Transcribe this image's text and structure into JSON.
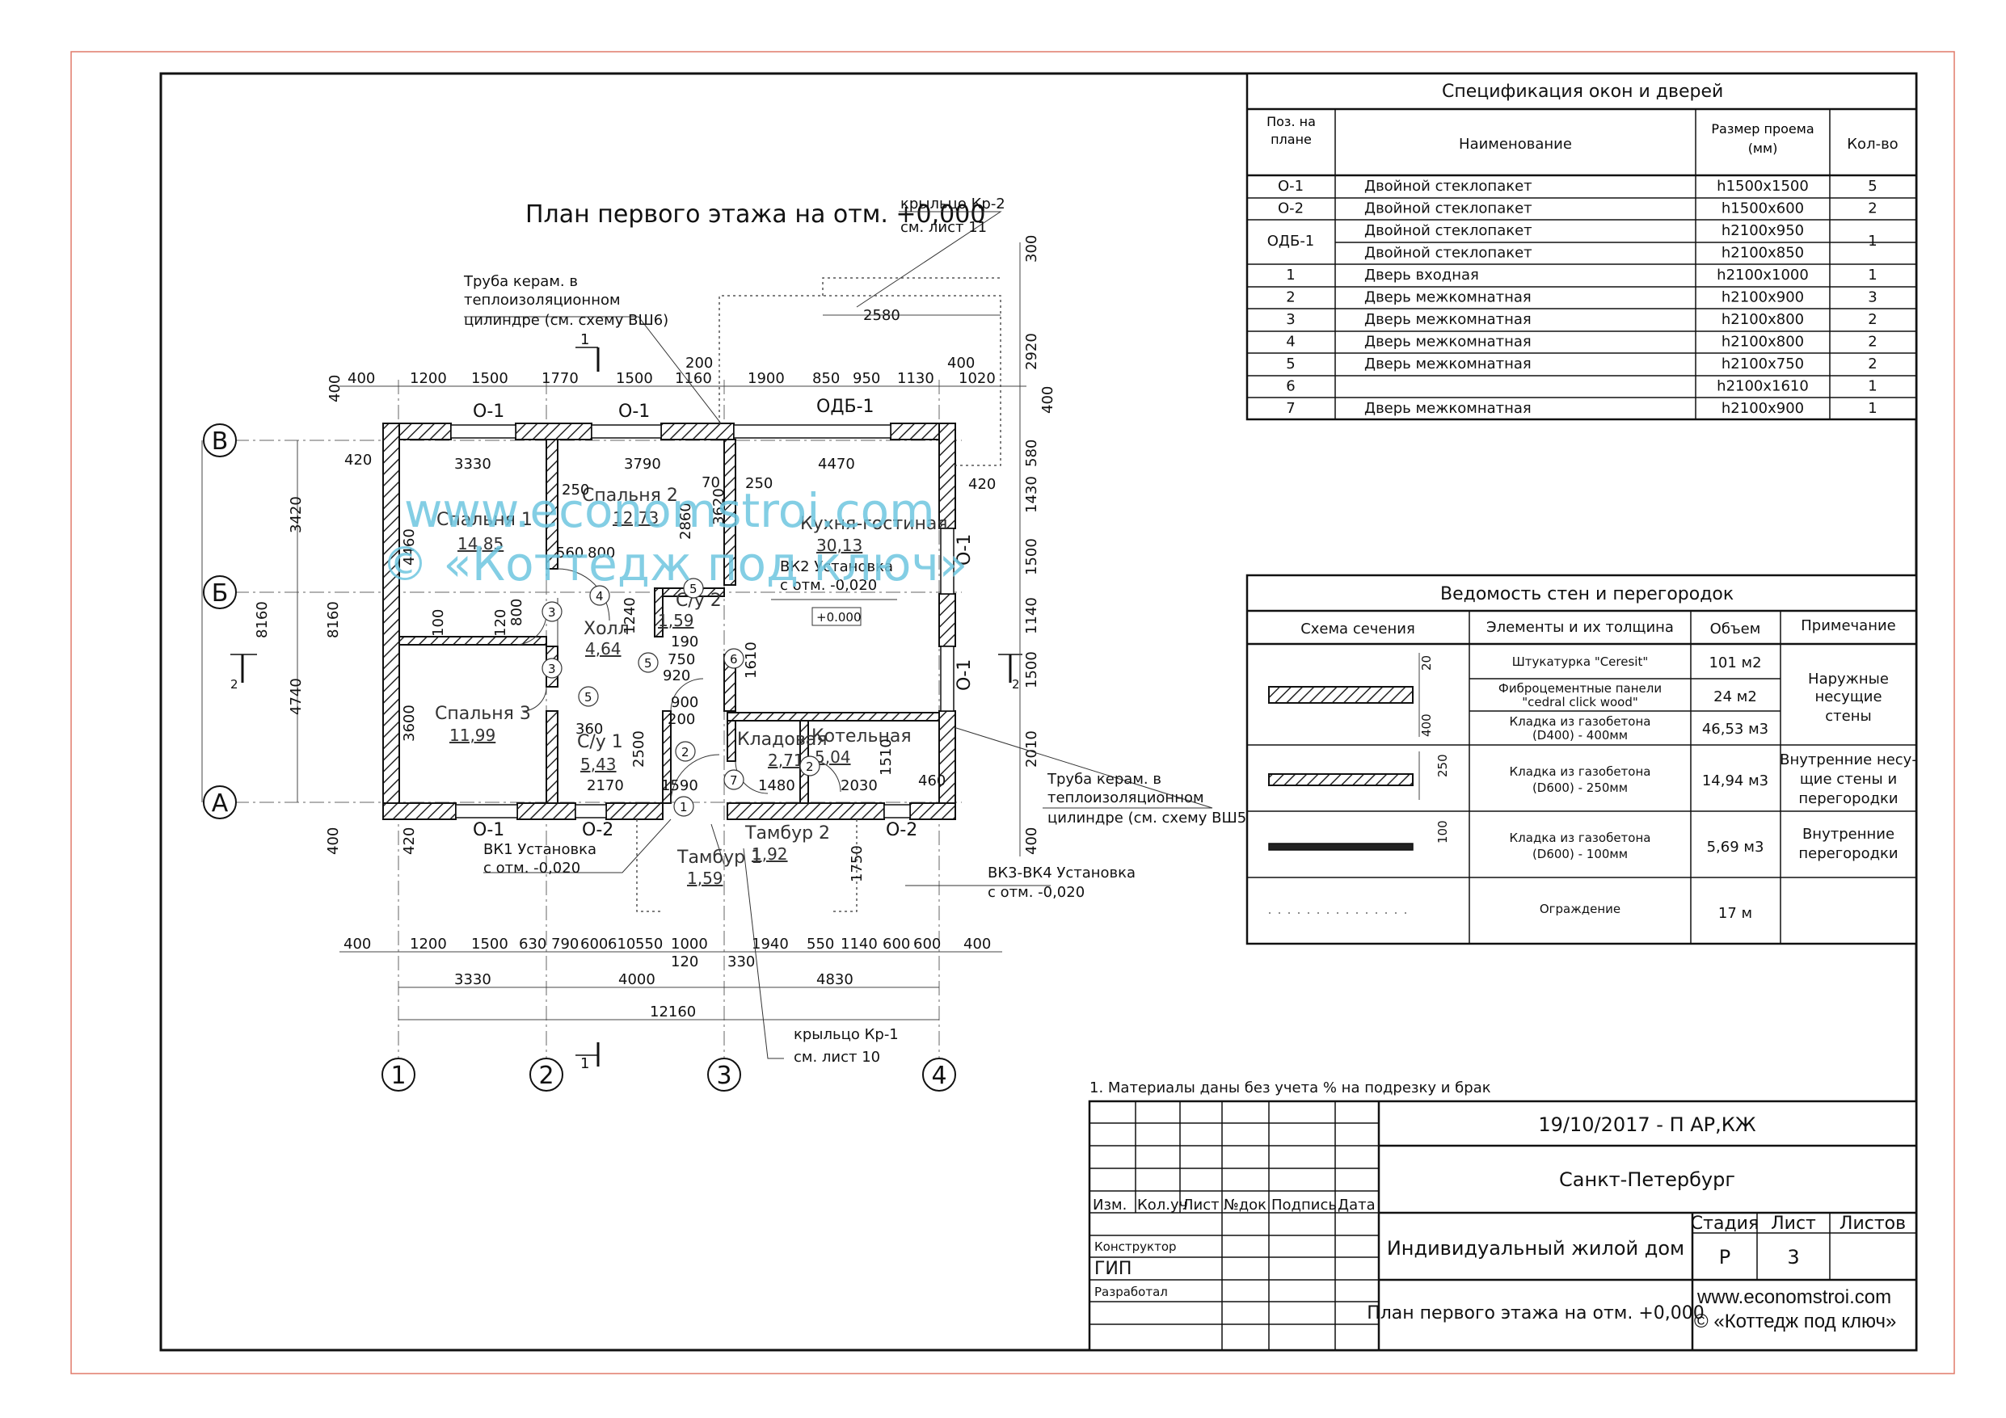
{
  "plan": {
    "title": "План первого этажа на отм. +0,000",
    "axes_rows": [
      "В",
      "Б",
      "А"
    ],
    "axes_cols": [
      "1",
      "2",
      "3",
      "4"
    ],
    "section_label": "1",
    "section_label_side": "2",
    "windows": {
      "o1": "О-1",
      "o2": "О-2",
      "odb1": "ОДБ-1"
    },
    "zero_mark": "+0.000",
    "rooms": [
      {
        "name": "Спальня 1",
        "area": "14,85"
      },
      {
        "name": "Спальня 2",
        "area": "12,73"
      },
      {
        "name": "Кухня-гостиная",
        "area": "30,13"
      },
      {
        "name": "Холл",
        "area": "4,64"
      },
      {
        "name": "Спальня 3",
        "area": "11,99"
      },
      {
        "name": "С/у 1",
        "area": "5,43"
      },
      {
        "name": "С/у 2",
        "area": "1,59"
      },
      {
        "name": "Кладовая",
        "area": "2,71"
      },
      {
        "name": "Котельная",
        "area": "5,04"
      },
      {
        "name": "Тамбур 1",
        "area": "1,59"
      },
      {
        "name": "Тамбур 2",
        "area": "1,92"
      }
    ],
    "door_marks": [
      "4",
      "3",
      "3",
      "5",
      "5",
      "6",
      "5",
      "2",
      "7",
      "2",
      "1"
    ],
    "annotations": {
      "porch2_a": "крыльцо Кр-2",
      "porch2_b": "см. лист 11",
      "pipe6_a": "Труба керам. в",
      "pipe6_b": "теплоизоляционном",
      "pipe6_c": "цилиндре (см. схему ВШ6)",
      "vk2_a": "ВК2 Установка",
      "vk2_b": "с отм. -0,020",
      "vk1_a": "ВК1 Установка",
      "vk1_b": "с отм. -0,020",
      "vk34_a": "ВК3-ВК4 Установка",
      "vk34_b": "с отм. -0,020",
      "pipe5_a": "Труба керам. в",
      "pipe5_b": "теплоизоляционном",
      "pipe5_c": "цилиндре (см. схему ВШ5)",
      "porch1_a": "крыльцо Кр-1",
      "porch1_b": "см. лист 10"
    },
    "dims_top": [
      "400",
      "1200",
      "1500",
      "1770",
      "1500",
      "1160",
      "1900",
      "850",
      "950",
      "1130",
      "400",
      "1020"
    ],
    "dims_top_extra": [
      "200",
      "2580"
    ],
    "dims_bottom": [
      "400",
      "1200",
      "1500",
      "630",
      "790",
      "600",
      "610",
      "550",
      "1000",
      "1940",
      "550",
      "1140",
      "600",
      "600",
      "400"
    ],
    "dims_bottom_small": [
      "120",
      "330"
    ],
    "dims_bottom_mid": [
      "3330",
      "4000",
      "4830"
    ],
    "dims_total": "12160",
    "dims_left": [
      "400",
      "420",
      "3420",
      "4740",
      "8160",
      "8160",
      "420",
      "400"
    ],
    "dims_right": [
      "300",
      "2920",
      "400",
      "580",
      "1430",
      "1500",
      "1140",
      "1500",
      "2010",
      "400"
    ],
    "dims_inner": [
      "3330",
      "3790",
      "4470",
      "4460",
      "2860",
      "3620",
      "3600",
      "250",
      "250",
      "70",
      "560",
      "800",
      "1240",
      "190",
      "750",
      "920",
      "900",
      "200",
      "1610",
      "1590",
      "2500",
      "2170",
      "1480",
      "2030",
      "1510",
      "1750",
      "420",
      "460",
      "100",
      "120",
      "800",
      "360"
    ]
  },
  "windows_spec": {
    "title": "Спецификация окон и дверей",
    "headers": [
      "Поз. на плане",
      "Наименование",
      "Размер проема (мм)",
      "Кол-во"
    ],
    "rows": [
      {
        "pos": "О-1",
        "name": "Двойной стеклопакет",
        "size": "h1500x1500",
        "qty": "5"
      },
      {
        "pos": "О-2",
        "name": "Двойной стеклопакет",
        "size": "h1500x600",
        "qty": "2"
      },
      {
        "pos": "ОДБ-1",
        "name": "Двойной стеклопакет",
        "size": "h2100x950",
        "qty": "1"
      },
      {
        "pos": "",
        "name": "Двойной стеклопакет",
        "size": "h2100x850",
        "qty": ""
      },
      {
        "pos": "1",
        "name": "Дверь входная",
        "size": "h2100x1000",
        "qty": "1"
      },
      {
        "pos": "2",
        "name": "Дверь межкомнатная",
        "size": "h2100x900",
        "qty": "3"
      },
      {
        "pos": "3",
        "name": "Дверь межкомнатная",
        "size": "h2100x800",
        "qty": "2"
      },
      {
        "pos": "4",
        "name": "Дверь межкомнатная",
        "size": "h2100x800",
        "qty": "2"
      },
      {
        "pos": "5",
        "name": "Дверь межкомнатная",
        "size": "h2100x750",
        "qty": "2"
      },
      {
        "pos": "6",
        "name": "",
        "size": "h2100x1610",
        "qty": "1"
      },
      {
        "pos": "7",
        "name": "Дверь межкомнатная",
        "size": "h2100x900",
        "qty": "1"
      }
    ]
  },
  "walls_spec": {
    "title": "Ведомость стен и перегородок",
    "headers": [
      "Схема сечения",
      "Элементы и их толщина",
      "Объем",
      "Примечание"
    ],
    "group1": {
      "dims": [
        "20",
        "400"
      ],
      "items": [
        {
          "el": "Штукатурка \"Ceresit\"",
          "vol": "101 м2"
        },
        {
          "el_a": "Фиброцементные панели",
          "el_b": "\"cedral click wood\"",
          "vol": "24 м2"
        },
        {
          "el_a": "Кладка из газобетона",
          "el_b": "(D400) - 400мм",
          "vol": "46,53 м3"
        }
      ],
      "note": [
        "Наружные",
        "несущие",
        "стены"
      ]
    },
    "group2": {
      "dim": "250",
      "el_a": "Кладка из газобетона",
      "el_b": "(D600) - 250мм",
      "vol": "14,94 м3",
      "note": [
        "Внутренние несу-",
        "щие стены и",
        "перегородки"
      ]
    },
    "group3": {
      "dim": "100",
      "el_a": "Кладка из газобетона",
      "el_b": "(D600) - 100мм",
      "vol": "5,69 м3",
      "note": [
        "Внутренние",
        "перегородки"
      ]
    },
    "group4": {
      "el": "Ограждение",
      "vol": "17 м"
    }
  },
  "note": "1. Материалы даны без учета % на подрезку и брак",
  "stamp": {
    "code": "19/10/2017 - П   АР,КЖ",
    "city": "Санкт-Петербург",
    "object": "Индивидуальный жилой дом",
    "sheet_title": "План первого этажа на отм. +0,000",
    "col_heads": [
      "Изм.",
      "Кол.уч",
      "Лист",
      "№док",
      "Подпись",
      "Дата"
    ],
    "roles": [
      "Конструктор",
      "ГИП",
      "Разработал"
    ],
    "stage_h": "Стадия",
    "sheet_h": "Лист",
    "sheets_h": "Листов",
    "stage": "Р",
    "sheet_no": "3",
    "web": "www.economstroi.com",
    "brand": "© «Коттедж под ключ»"
  },
  "watermark": {
    "line1": "www.economstroi.com",
    "line2": "© «Коттедж под ключ»"
  }
}
